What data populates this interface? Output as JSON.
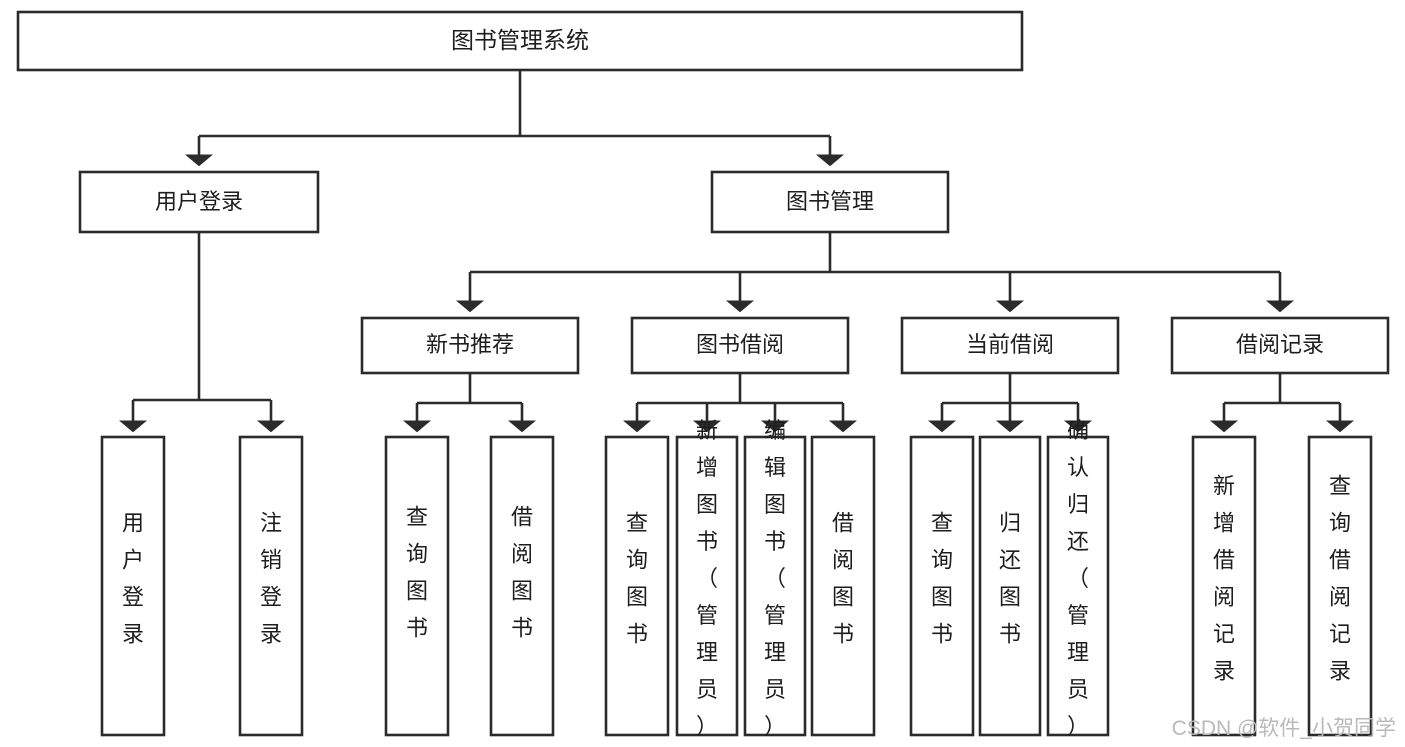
{
  "diagram": {
    "type": "tree-hierarchy-chart",
    "title": "图书管理系统",
    "background_color": "#ffffff",
    "line_color": "#2b2b2b",
    "text_color": "#1d1d1d",
    "root": {
      "label": "图书管理系统"
    },
    "level2": [
      {
        "label": "用户登录"
      },
      {
        "label": "图书管理"
      }
    ],
    "level3": [
      {
        "label": "新书推荐"
      },
      {
        "label": "图书借阅"
      },
      {
        "label": "当前借阅"
      },
      {
        "label": "借阅记录"
      }
    ],
    "leaves": {
      "user_login": [
        {
          "label": "用户登录",
          "chars": [
            "用",
            "户",
            "登",
            "录"
          ]
        },
        {
          "label": "注销登录",
          "chars": [
            "注",
            "销",
            "登",
            "录"
          ]
        }
      ],
      "new_book_recommend": [
        {
          "label": "查询图书",
          "chars": [
            "查",
            "询",
            "图",
            "书"
          ]
        },
        {
          "label": "借阅图书",
          "chars": [
            "借",
            "阅",
            "图",
            "书"
          ]
        }
      ],
      "book_borrow": [
        {
          "label": "查询图书",
          "chars": [
            "查",
            "询",
            "图",
            "书"
          ]
        },
        {
          "label": "新增图书（管理员）",
          "chars": [
            "新",
            "增",
            "图",
            "书",
            "（",
            "管",
            "理",
            "员",
            "）"
          ]
        },
        {
          "label": "编辑图书（管理员）",
          "chars": [
            "编",
            "辑",
            "图",
            "书",
            "（",
            "管",
            "理",
            "员",
            "）"
          ]
        },
        {
          "label": "借阅图书",
          "chars": [
            "借",
            "阅",
            "图",
            "书"
          ]
        }
      ],
      "current_borrow": [
        {
          "label": "查询图书",
          "chars": [
            "查",
            "询",
            "图",
            "书"
          ]
        },
        {
          "label": "归还图书",
          "chars": [
            "归",
            "还",
            "图",
            "书"
          ]
        },
        {
          "label": "确认归还（管理员）",
          "chars": [
            "确",
            "认",
            "归",
            "还",
            "（",
            "管",
            "理",
            "员",
            "）"
          ]
        }
      ],
      "borrow_record": [
        {
          "label": "新增借阅记录",
          "chars": [
            "新",
            "增",
            "借",
            "阅",
            "记",
            "录"
          ]
        },
        {
          "label": "查询借阅记录",
          "chars": [
            "查",
            "询",
            "借",
            "阅",
            "记",
            "录"
          ]
        }
      ]
    },
    "watermark": "CSDN @软件_小贺同学"
  }
}
